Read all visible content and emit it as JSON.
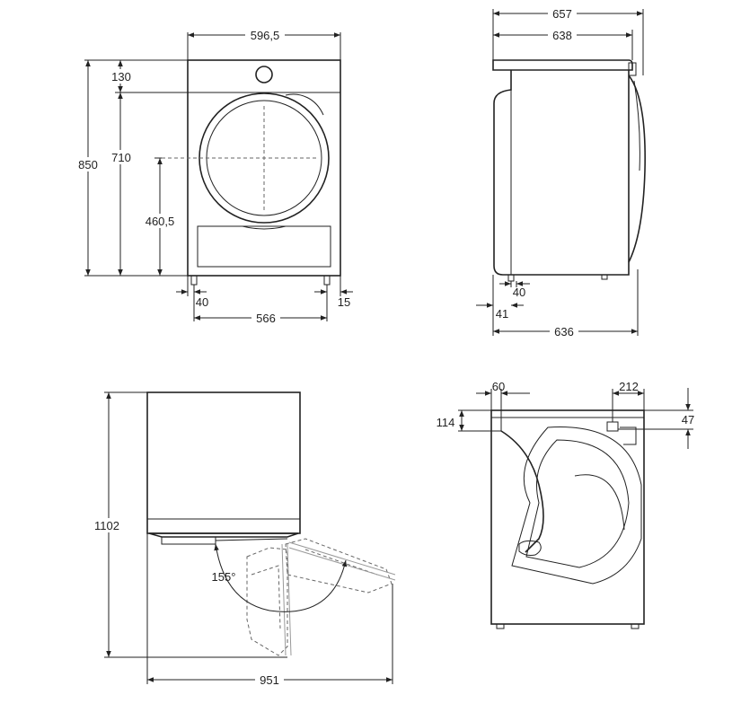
{
  "front_view": {
    "width_top": "596,5",
    "height_total": "850",
    "top_panel": "130",
    "door_height": "710",
    "door_center": "460,5",
    "foot_left": "40",
    "foot_right": "15",
    "foot_span": "566"
  },
  "side_view": {
    "depth_total": "657",
    "depth_body": "638",
    "foot_offset": "40",
    "back_offset": "41",
    "depth_base": "636"
  },
  "door_swing_view": {
    "height": "1102",
    "angle": "155°",
    "depth_open": "951"
  },
  "back_view": {
    "left_offset": "60",
    "right_offset": "212",
    "left_height": "114",
    "right_height": "47"
  }
}
